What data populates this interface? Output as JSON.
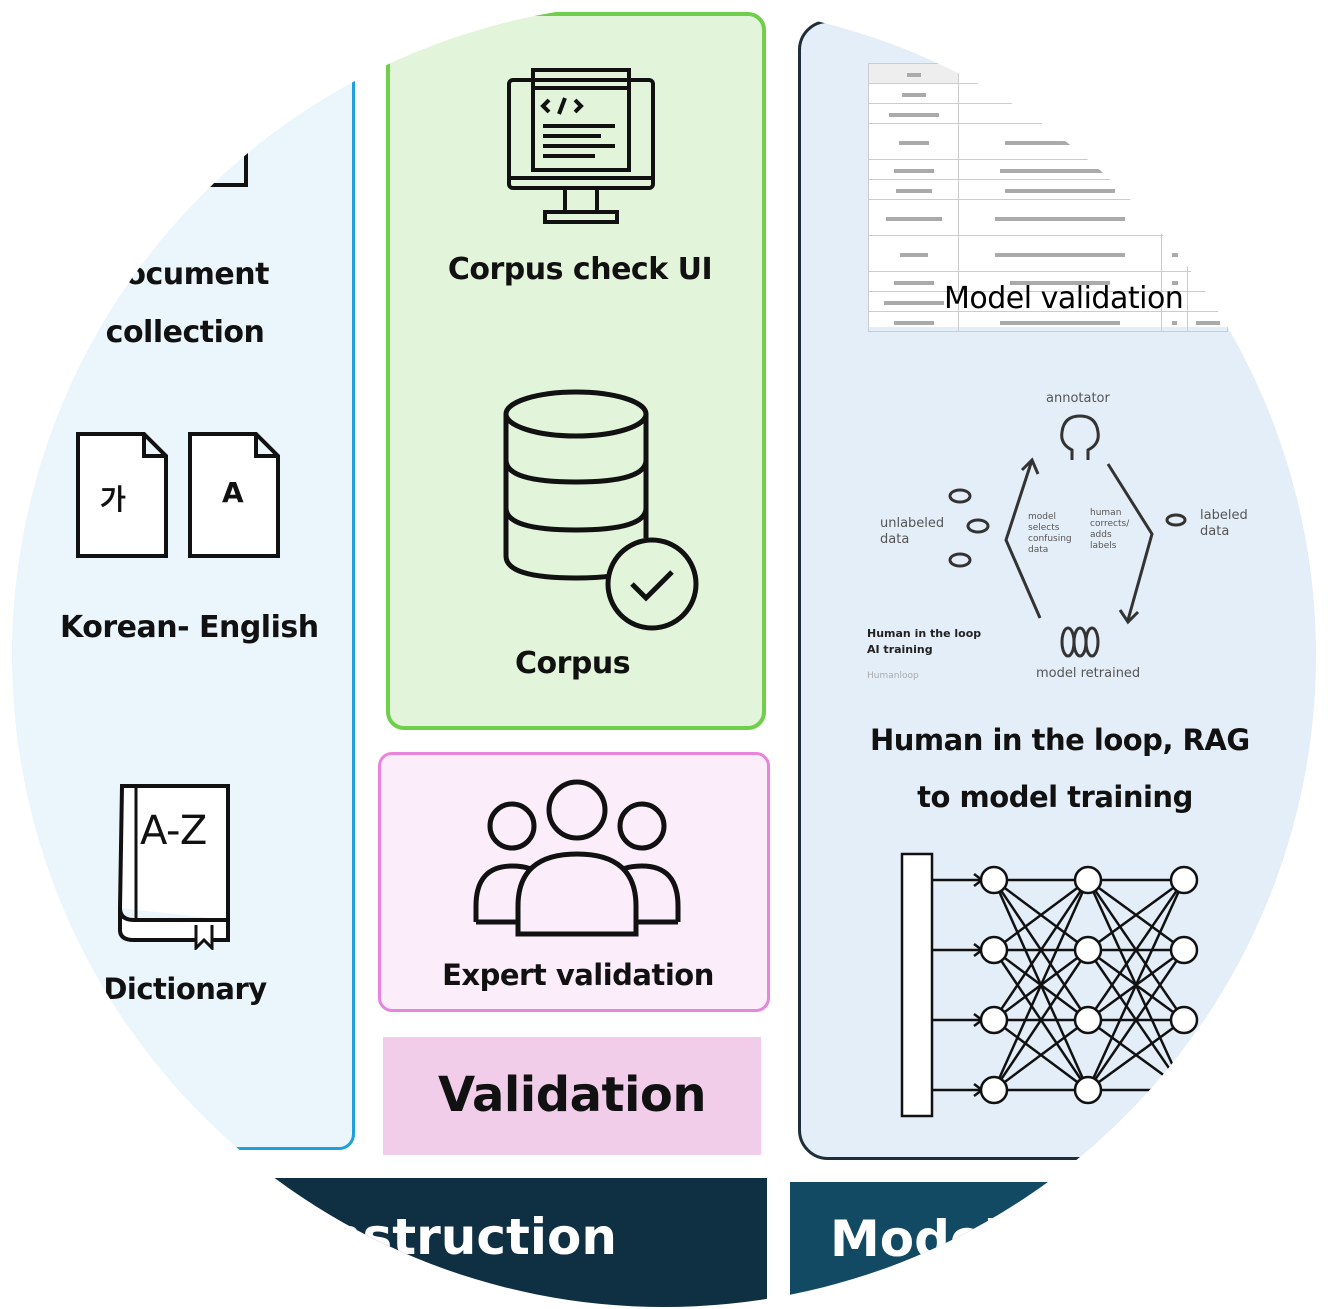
{
  "left_panel": {
    "items": [
      {
        "label": "Document collection",
        "line1": "Document",
        "line2": "collection"
      },
      {
        "label": "Korean- English",
        "doc_glyphs": [
          "가",
          "A"
        ]
      },
      {
        "label": "Dictionary",
        "book_glyph": "A-Z"
      }
    ]
  },
  "middle_panel": {
    "items": [
      {
        "label": "Corpus check UI"
      },
      {
        "label": "Corpus"
      }
    ]
  },
  "expert": {
    "label": "Expert validation"
  },
  "validation_band": {
    "label": "Validation"
  },
  "right_panel": {
    "model_validation_label": "Model validation",
    "hitl": {
      "annotator": "annotator",
      "unlabeled": "unlabeled data",
      "labeled": "labeled data",
      "model_selects": "model selects confusing data",
      "human_corrects": "human corrects/ adds labels",
      "retrained": "model retrained",
      "title_line1": "Human in the loop",
      "title_line2": "AI training",
      "credit": "Humanloop"
    },
    "hitl_caption_line1": "Human in the loop, RAG",
    "hitl_caption_line2": "to model training"
  },
  "bottom_bars": {
    "left": "Corpus construction",
    "right": "Model"
  },
  "colors": {
    "left_border": "#1ea0dc",
    "mid_border": "#6fcf4a",
    "pink_border": "#e884dc",
    "dark_bar": "#0f2f42",
    "dark_bar2": "#134a63"
  }
}
